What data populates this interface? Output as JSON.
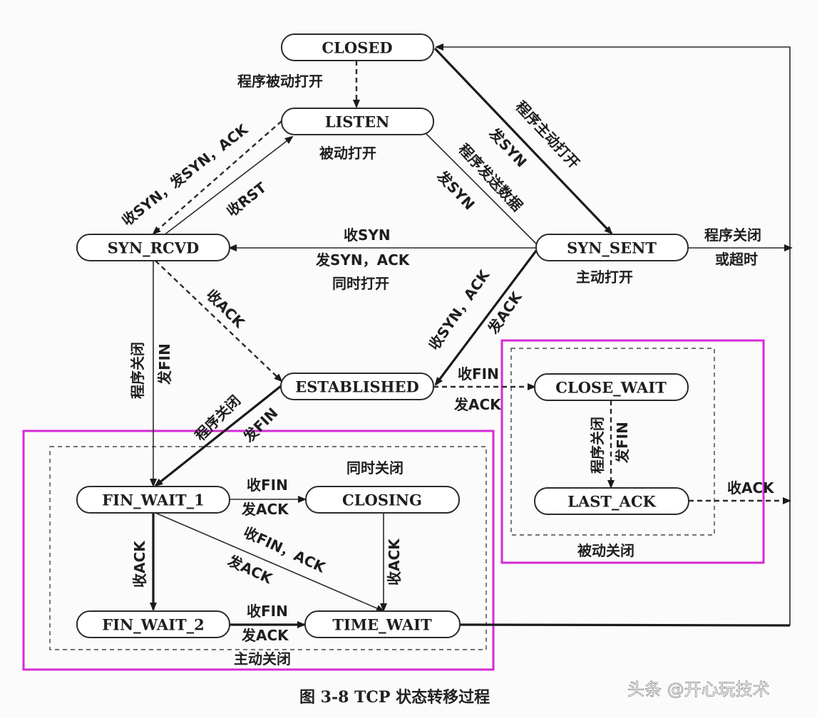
{
  "states": {
    "closed": "CLOSED",
    "listen": "LISTEN",
    "syn_rcvd": "SYN_RCVD",
    "syn_sent": "SYN_SENT",
    "established": "ESTABLISHED",
    "close_wait": "CLOSE_WAIT",
    "last_ack": "LAST_ACK",
    "fin_wait_1": "FIN_WAIT_1",
    "closing": "CLOSING",
    "fin_wait_2": "FIN_WAIT_2",
    "time_wait": "TIME_WAIT"
  },
  "labels": {
    "passive_open_program": "程序被动打开",
    "passive_open": "被动打开",
    "recv_syn_send_synack_left": "收SYN，发SYN，ACK",
    "recv_rst": "收RST",
    "active_open_program": "程序主动打开",
    "send_syn_top": "发SYN",
    "program_send_data": "程序发送数据",
    "send_syn_mid": "发SYN",
    "recv_syn": "收SYN",
    "send_synack": "发SYN，ACK",
    "simultaneous_open": "同时打开",
    "program_close_timeout_1": "程序关闭",
    "program_close_timeout_2": "或超时",
    "active_open": "主动打开",
    "recv_ack_est": "收ACK",
    "recv_synack": "收SYN，ACK",
    "send_ack_est": "发ACK",
    "program_close_left_1": "程序关闭",
    "program_close_left_2": "发FIN",
    "program_close_est_1": "程序关闭",
    "program_close_est_2": "发FIN",
    "recv_fin_est": "收FIN",
    "send_ack_est2": "发ACK",
    "program_close_cw_1": "程序关闭",
    "program_close_cw_2": "发FIN",
    "recv_ack_lastack": "收ACK",
    "passive_close": "被动关闭",
    "simultaneous_close": "同时关闭",
    "recv_fin_fw1": "收FIN",
    "send_ack_fw1": "发ACK",
    "recv_ack_fw1": "收ACK",
    "recv_finack": "收FIN，ACK",
    "send_ack_diag": "发ACK",
    "recv_ack_closing": "收ACK",
    "recv_fin_fw2": "收FIN",
    "send_ack_fw2": "发ACK",
    "active_close": "主动关闭"
  },
  "caption": "图 3-8   TCP 状态转移过程",
  "watermark": "头条 @开心玩技术",
  "colors": {
    "highlight": "#d62ad6",
    "line": "#2b2b2b"
  }
}
